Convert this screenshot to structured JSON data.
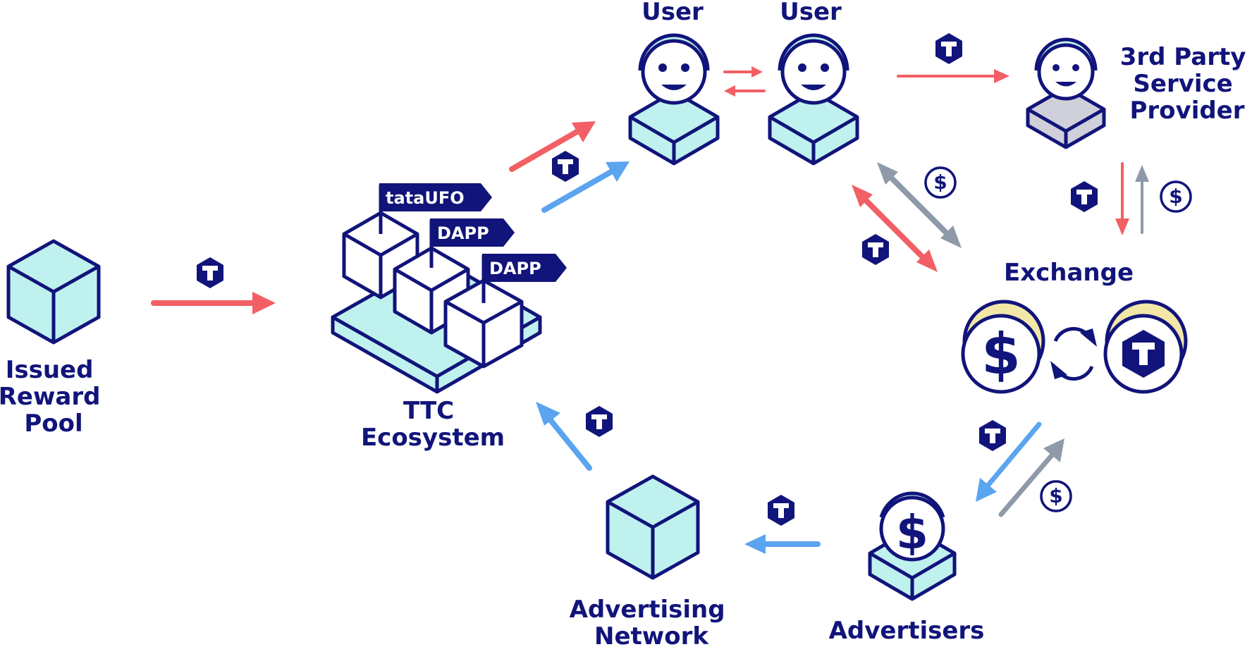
{
  "colors": {
    "navy": "#11147a",
    "aqua": "#bff1ef",
    "red_arrow": "#f25f64",
    "blue_arrow": "#5aa4f0",
    "gray_arrow": "#8f9aa8",
    "gold": "#f3e7a8",
    "gray_fill": "#cfd0d9"
  },
  "token_symbol": "T",
  "currency_symbol": "$",
  "nodes": {
    "issued_pool": {
      "lines": [
        "Issued",
        "Reward",
        "Pool"
      ]
    },
    "ttc_ecosystem": {
      "lines": [
        "TTC",
        "Ecosystem"
      ]
    },
    "user_a": {
      "lines": [
        "User"
      ]
    },
    "user_b": {
      "lines": [
        "User"
      ]
    },
    "third_party": {
      "lines": [
        "3rd Party",
        "Service",
        "Provider"
      ]
    },
    "exchange": {
      "lines": [
        "Exchange"
      ]
    },
    "advertisers": {
      "lines": [
        "Advertisers"
      ]
    },
    "advertising_network": {
      "lines": [
        "Advertising",
        "Network"
      ]
    }
  },
  "flags": [
    "tataUFO",
    "DAPP",
    "DAPP"
  ]
}
